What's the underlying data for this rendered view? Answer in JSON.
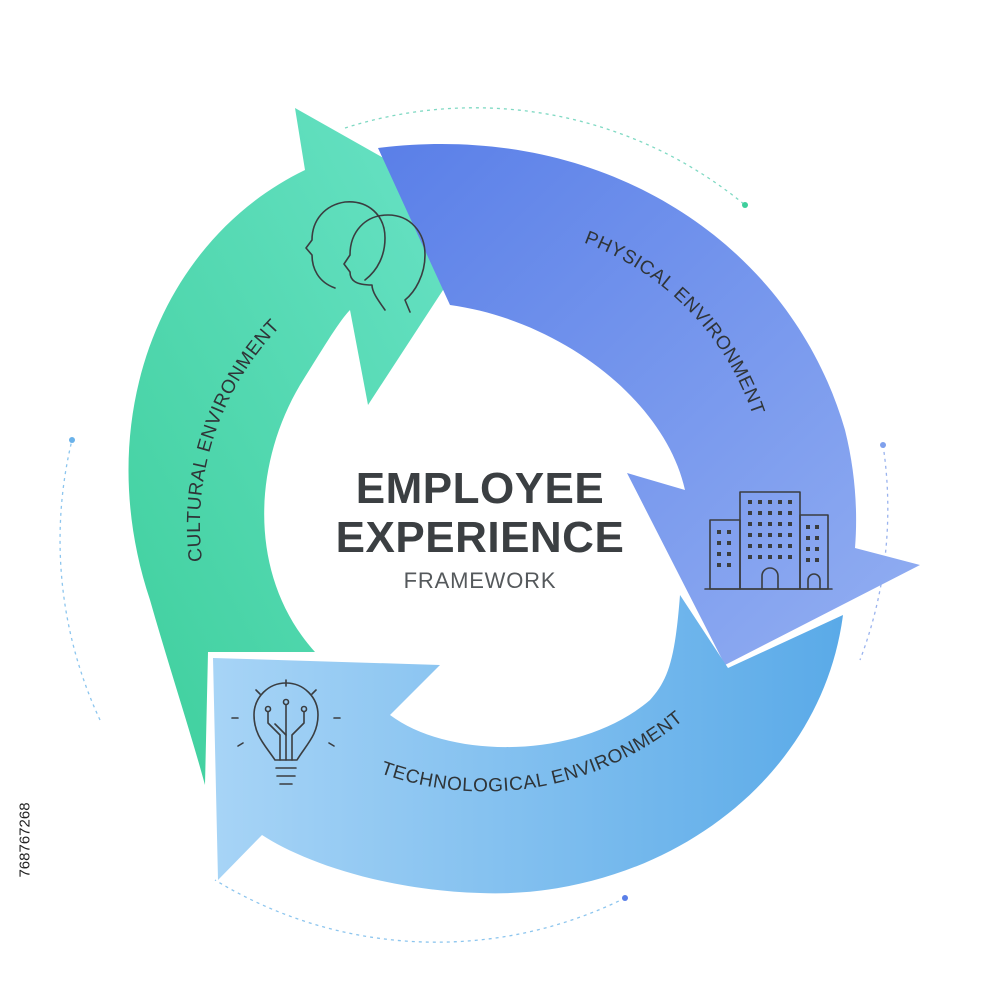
{
  "title": {
    "line1": "EMPLOYEE",
    "line2": "EXPERIENCE",
    "subtitle": "FRAMEWORK"
  },
  "segments": [
    {
      "label": "CULTURAL ENVIRONMENT",
      "icon": "two-heads-icon",
      "color_start": "#3ecf9c",
      "color_end": "#6be3c8"
    },
    {
      "label": "PHYSICAL ENVIRONMENT",
      "icon": "office-buildings-icon",
      "color_start": "#5a7fe8",
      "color_end": "#93aff2"
    },
    {
      "label": "TECHNOLOGICAL ENVIRONMENT",
      "icon": "lightbulb-circuit-icon",
      "color_start": "#a7d4f6",
      "color_end": "#5aaae8"
    }
  ],
  "credit": "768767268"
}
